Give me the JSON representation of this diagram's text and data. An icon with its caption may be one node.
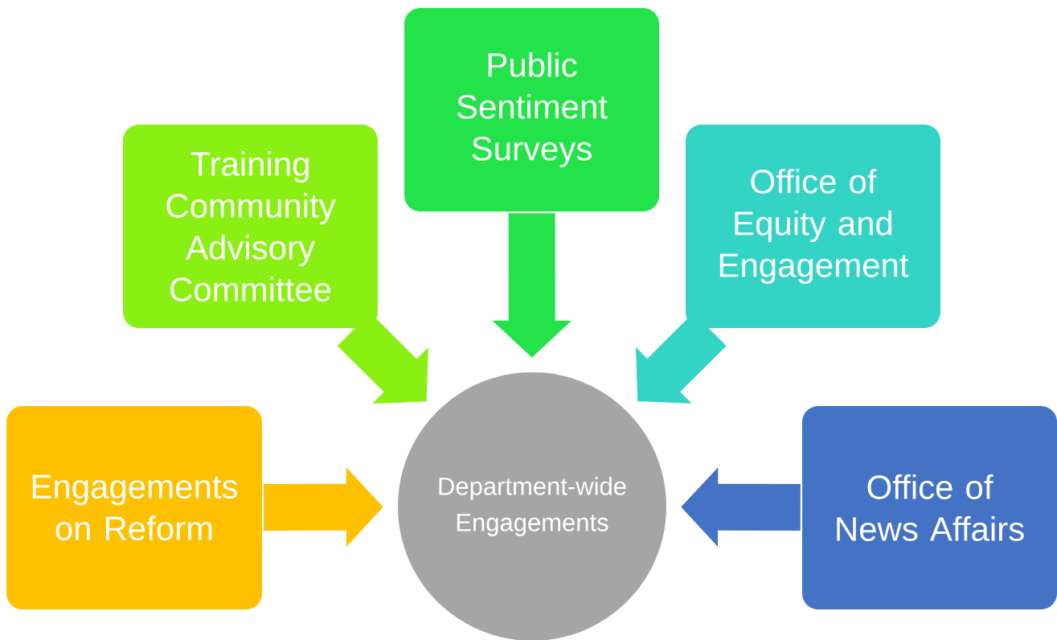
{
  "diagram": {
    "nodes": [
      {
        "text": [
          "Public Sentiment Surveys"
        ]
      },
      {
        "text": [
          "Training Community Advisory Committee"
        ]
      },
      {
        "text": [
          "Office of Equity and Engagement"
        ]
      },
      {
        "text": [
          "Engagements on Reform"
        ]
      },
      {
        "text": [
          "Department-wide Engagements"
        ]
      },
      {
        "text": [
          "Office of News Affairs"
        ]
      }
    ],
    "edges": [
      {
        "from": 0,
        "to": 4,
        "arrow": "to",
        "color": "#24e24a"
      },
      {
        "from": 1,
        "to": 4,
        "arrow": "to",
        "color": "#8aef12"
      },
      {
        "from": 2,
        "to": 4,
        "arrow": "to",
        "color": "#33d3c5"
      },
      {
        "from": 3,
        "to": 4,
        "arrow": "to",
        "color": "#ffc000"
      },
      {
        "from": 5,
        "to": 4,
        "arrow": "to",
        "color": "#4472c4"
      }
    ]
  }
}
